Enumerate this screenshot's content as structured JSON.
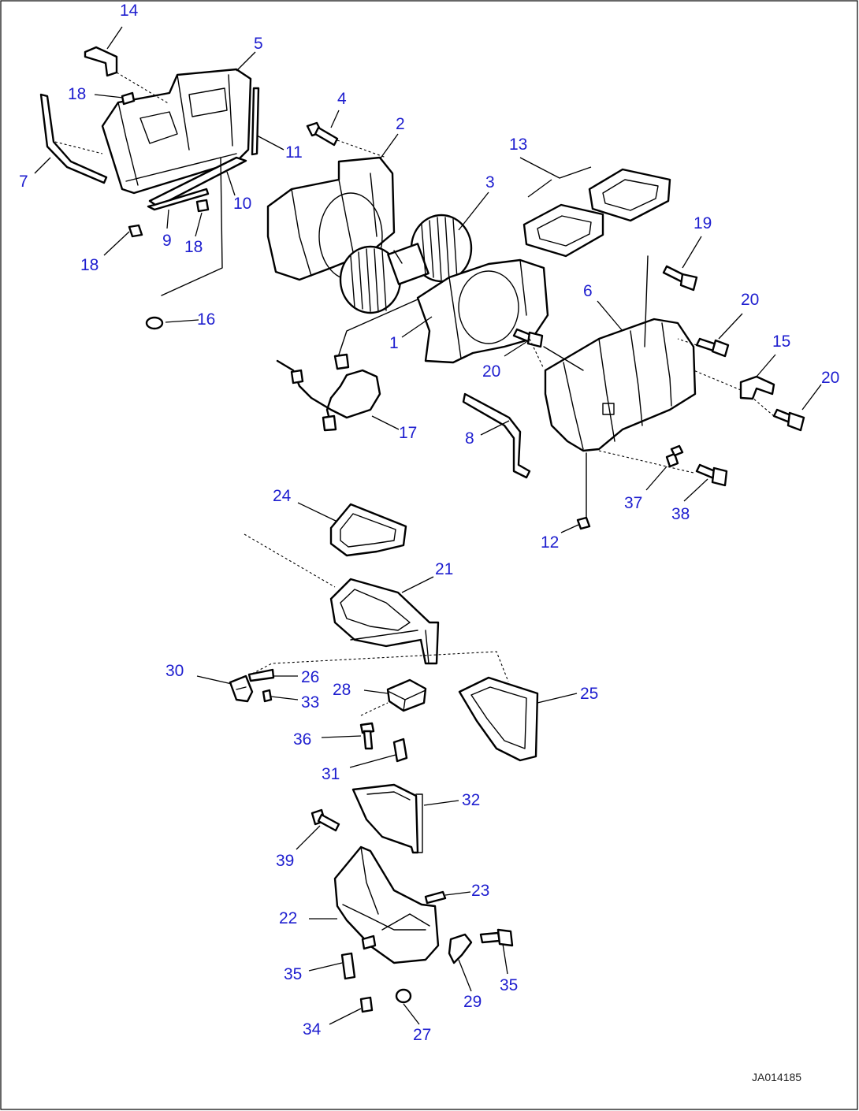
{
  "figure_code": "JA014185",
  "callouts": [
    {
      "id": "c14",
      "label": "14"
    },
    {
      "id": "c5",
      "label": "5"
    },
    {
      "id": "c18a",
      "label": "18"
    },
    {
      "id": "c4",
      "label": "4"
    },
    {
      "id": "c2",
      "label": "2"
    },
    {
      "id": "c11",
      "label": "11"
    },
    {
      "id": "c13",
      "label": "13"
    },
    {
      "id": "c7",
      "label": "7"
    },
    {
      "id": "c10",
      "label": "10"
    },
    {
      "id": "c3",
      "label": "3"
    },
    {
      "id": "c9",
      "label": "9"
    },
    {
      "id": "c18b",
      "label": "18"
    },
    {
      "id": "c18c",
      "label": "18"
    },
    {
      "id": "c19",
      "label": "19"
    },
    {
      "id": "c16",
      "label": "16"
    },
    {
      "id": "c6",
      "label": "6"
    },
    {
      "id": "c20a",
      "label": "20"
    },
    {
      "id": "c1",
      "label": "1"
    },
    {
      "id": "c20b",
      "label": "20"
    },
    {
      "id": "c15",
      "label": "15"
    },
    {
      "id": "c20c",
      "label": "20"
    },
    {
      "id": "c17",
      "label": "17"
    },
    {
      "id": "c8",
      "label": "8"
    },
    {
      "id": "c37",
      "label": "37"
    },
    {
      "id": "c38",
      "label": "38"
    },
    {
      "id": "c24",
      "label": "24"
    },
    {
      "id": "c12",
      "label": "12"
    },
    {
      "id": "c21",
      "label": "21"
    },
    {
      "id": "c30",
      "label": "30"
    },
    {
      "id": "c26",
      "label": "26"
    },
    {
      "id": "c28",
      "label": "28"
    },
    {
      "id": "c25",
      "label": "25"
    },
    {
      "id": "c33",
      "label": "33"
    },
    {
      "id": "c36",
      "label": "36"
    },
    {
      "id": "c31",
      "label": "31"
    },
    {
      "id": "c32",
      "label": "32"
    },
    {
      "id": "c39",
      "label": "39"
    },
    {
      "id": "c23",
      "label": "23"
    },
    {
      "id": "c22",
      "label": "22"
    },
    {
      "id": "c35a",
      "label": "35"
    },
    {
      "id": "c35b",
      "label": "35"
    },
    {
      "id": "c29",
      "label": "29"
    },
    {
      "id": "c34",
      "label": "34"
    },
    {
      "id": "c27",
      "label": "27"
    }
  ],
  "colors": {
    "callout": "#1e1ecf",
    "line": "#000000"
  }
}
